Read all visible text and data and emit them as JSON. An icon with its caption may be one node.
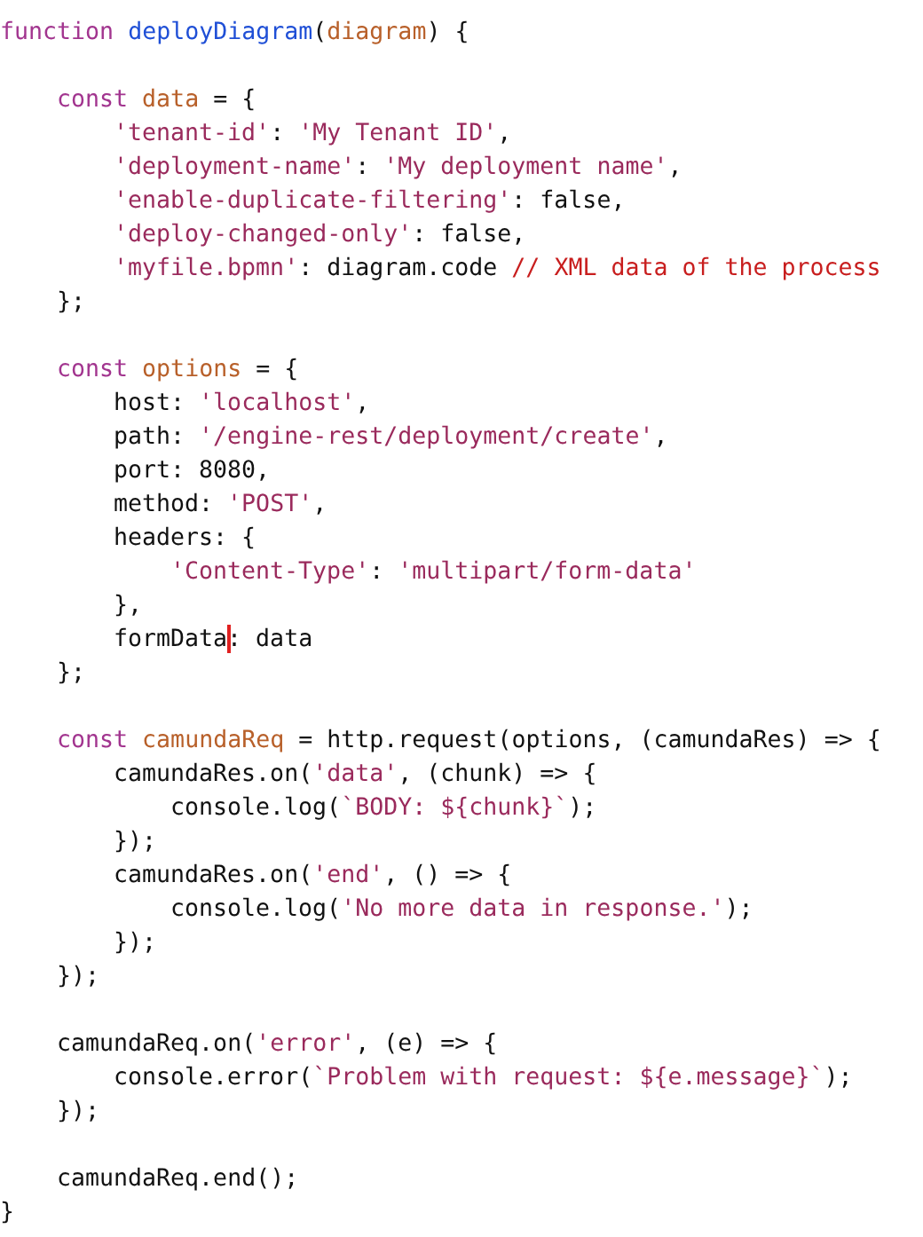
{
  "diagram": {
    "labels": [
      "function deployDiagram(diagram) {",
      "const data = {",
      "'tenant-id': 'My Tenant ID',",
      "'deployment-name': 'My deployment name',",
      "'enable-duplicate-filtering': false,",
      "'deploy-changed-only': false,",
      "'myfile.bpmn': diagram.code // XML data of the process",
      "};",
      "const options = {",
      "host: 'localhost',",
      "path: '/engine-rest/deployment/create',",
      "port: 8080,",
      "method: 'POST',",
      "headers: {",
      "'Content-Type': 'multipart/form-data'",
      "},",
      "formData: data",
      "};",
      "const camundaReq = http.request(options, (camundaRes) => {",
      "camundaRes.on('data', (chunk) => {",
      "console.log(`BODY: ${chunk}`);",
      "});",
      "camundaRes.on('end', () => {",
      "console.log('No more data in response.');",
      "});",
      "});",
      "camundaReq.on('error', (e) => {",
      "console.error(`Problem with request: ${e.message}`);",
      "});",
      "camundaReq.end();",
      "}"
    ]
  }
}
